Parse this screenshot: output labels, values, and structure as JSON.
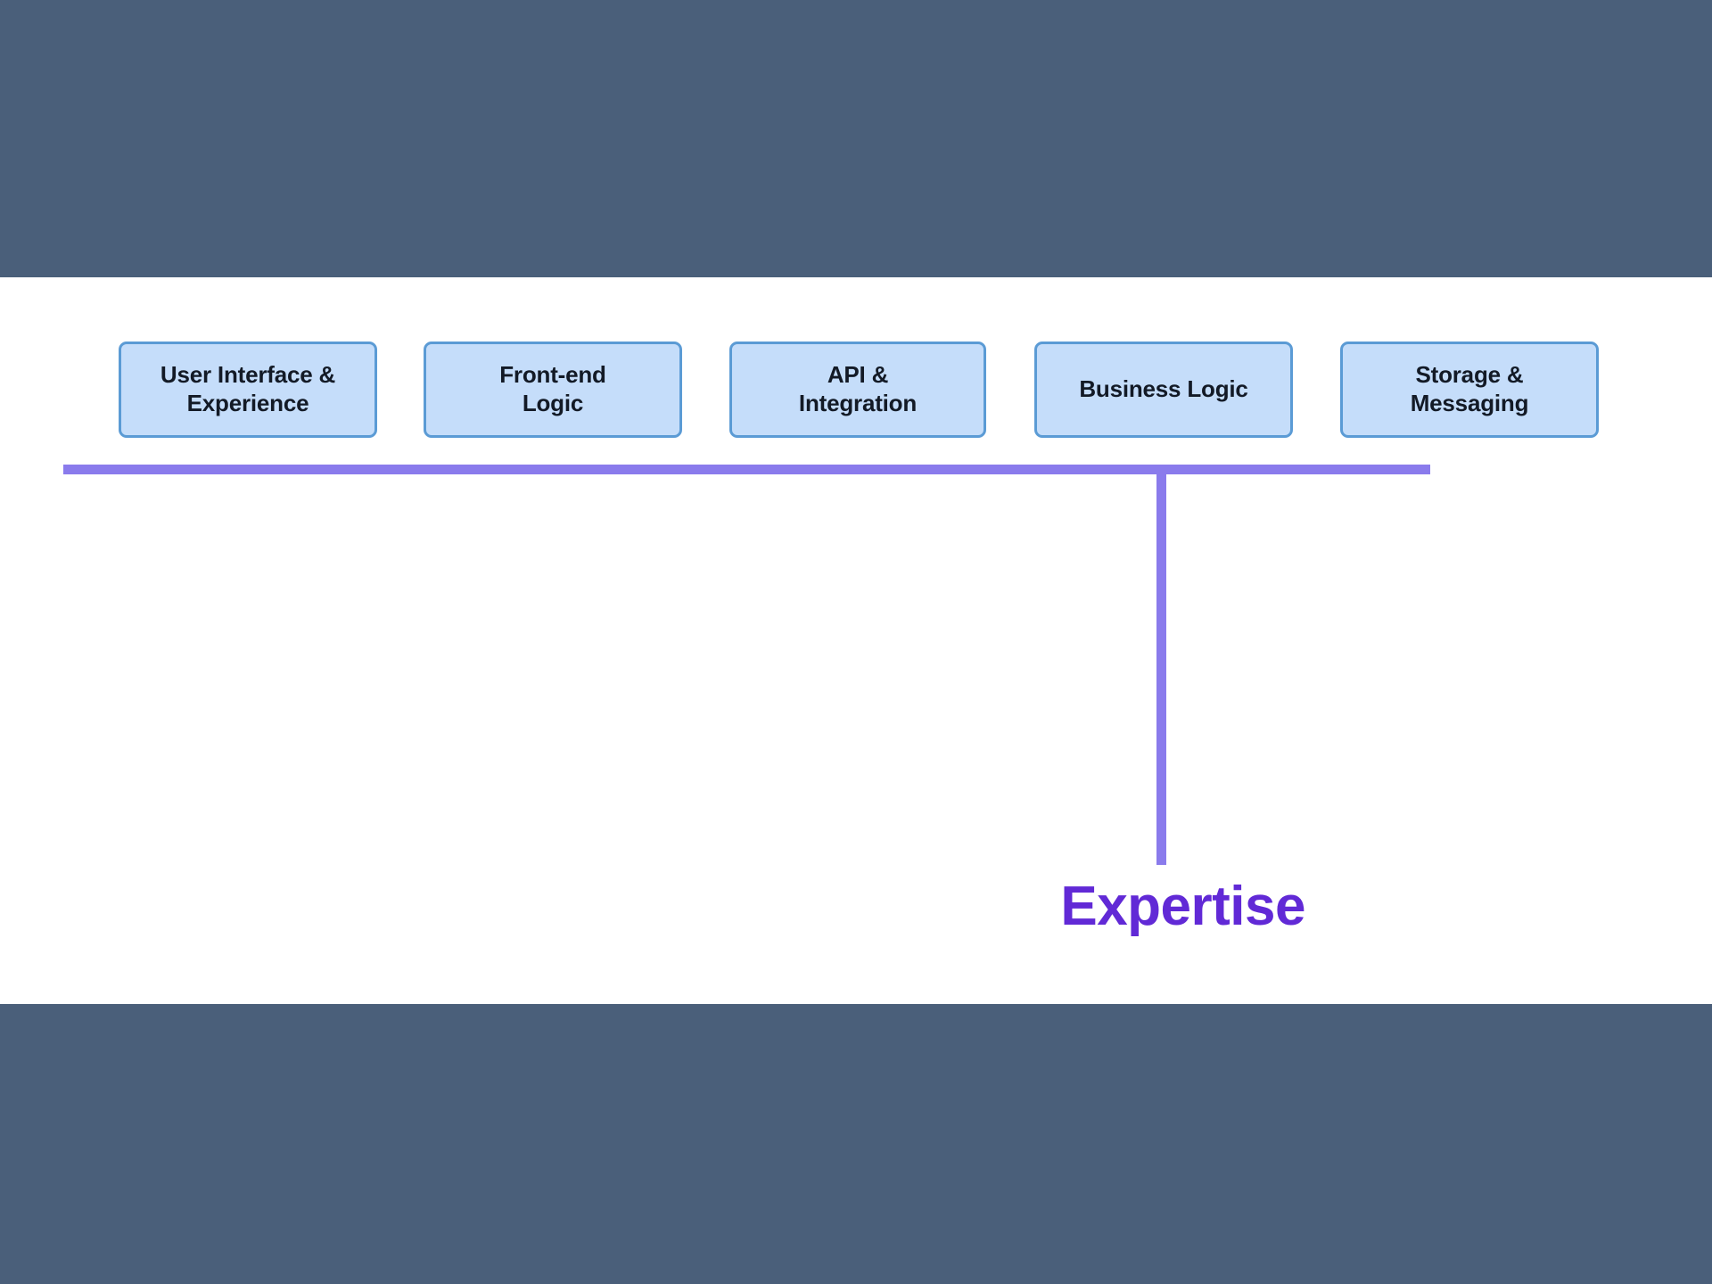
{
  "page": {
    "background_color": "#ffffff",
    "band_color": "#4a5f7a"
  },
  "diagram": {
    "type": "labelled-bracket",
    "caption": "Expertise",
    "caption_color": "#6129d6",
    "connector_color": "#8a7bec",
    "node_fill_color": "#c5ddfa",
    "node_border_color": "#5b9bd5",
    "node_text_color": "#131a26",
    "nodes": [
      {
        "label": "User Interface &\nExperience",
        "lines": 2
      },
      {
        "label": "Front-end\nLogic",
        "lines": 2
      },
      {
        "label": "API &\nIntegration",
        "lines": 2
      },
      {
        "label": "Business Logic",
        "lines": 1
      },
      {
        "label": "Storage &\nMessaging",
        "lines": 2
      }
    ]
  }
}
